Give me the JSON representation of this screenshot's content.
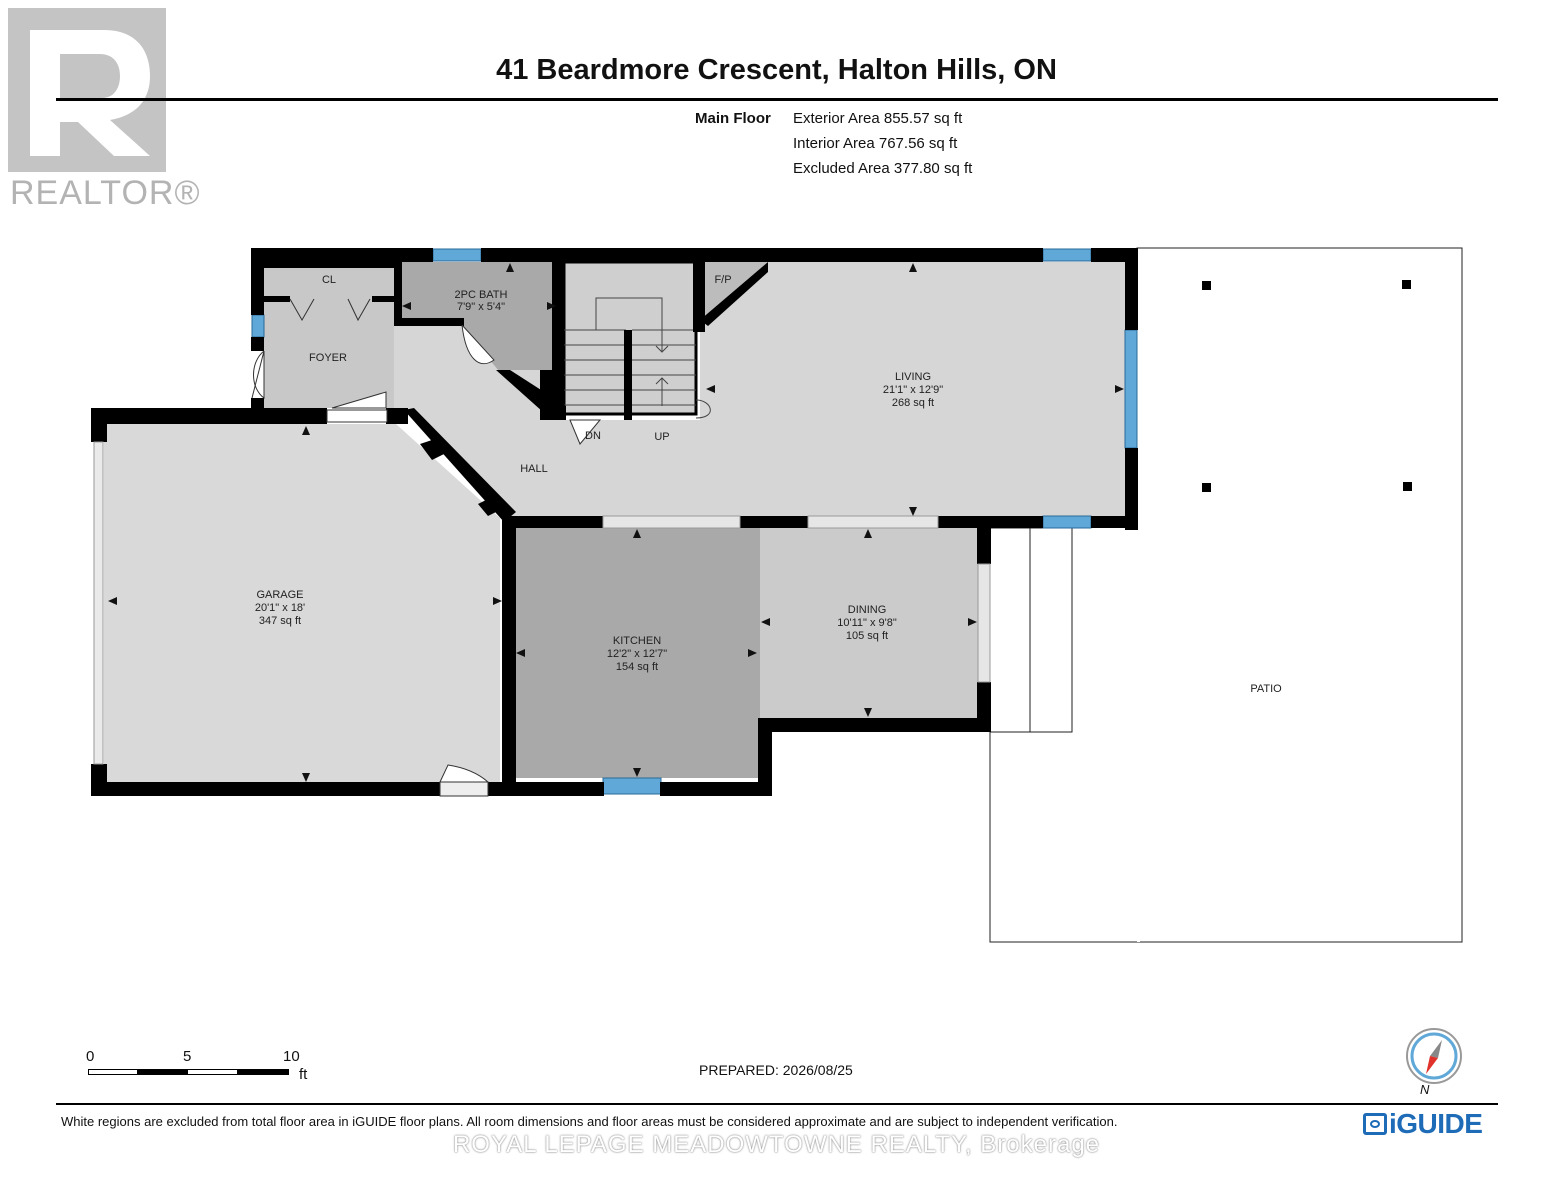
{
  "logo": {
    "text": "REALTOR®",
    "icon": "realtor-r-icon"
  },
  "header": {
    "title": "41 Beardmore Crescent, Halton Hills, ON"
  },
  "floor": {
    "name": "Main Floor",
    "areas": [
      "Exterior Area 855.57 sq ft",
      "Interior Area 767.56 sq ft",
      "Excluded Area 377.80 sq ft"
    ]
  },
  "rooms": {
    "cl": {
      "name": "CL"
    },
    "bath": {
      "name": "2PC BATH",
      "dims": "7'9\" x 5'4\""
    },
    "fp": {
      "name": "F/P"
    },
    "foyer": {
      "name": "FOYER"
    },
    "living": {
      "name": "LIVING",
      "dims": "21'1\" x 12'9\"",
      "area": "268 sq ft"
    },
    "dn": {
      "name": "DN"
    },
    "up": {
      "name": "UP"
    },
    "hall": {
      "name": "HALL"
    },
    "garage": {
      "name": "GARAGE",
      "dims": "20'1\" x 18'",
      "area": "347 sq ft"
    },
    "kitchen": {
      "name": "KITCHEN",
      "dims": "12'2\" x 12'7\"",
      "area": "154 sq ft"
    },
    "dining": {
      "name": "DINING",
      "dims": "10'11\" x 9'8\"",
      "area": "105 sq ft"
    },
    "patio": {
      "name": "PATIO"
    }
  },
  "scale": {
    "labels": [
      "0",
      "5",
      "10"
    ],
    "unit": "ft"
  },
  "prepared": "PREPARED: 2026/08/25",
  "compass": {
    "label": "N",
    "icon": "compass-north-icon"
  },
  "footer": {
    "disclaimer": "White regions are excluded from total floor area in iGUIDE floor plans. All room dimensions and floor areas must be considered approximate and are subject to independent verification.",
    "brand": "iGUIDE",
    "watermark": "ROYAL LEPAGE MEADOWTOWNE REALTY, Brokerage"
  },
  "colors": {
    "wall": "#000000",
    "room_dark": "#a9a9a9",
    "room_mid": "#c8c8c8",
    "room_light": "#d6d6d6",
    "window": "#5fa8d8",
    "brand": "#1e6bb8"
  }
}
